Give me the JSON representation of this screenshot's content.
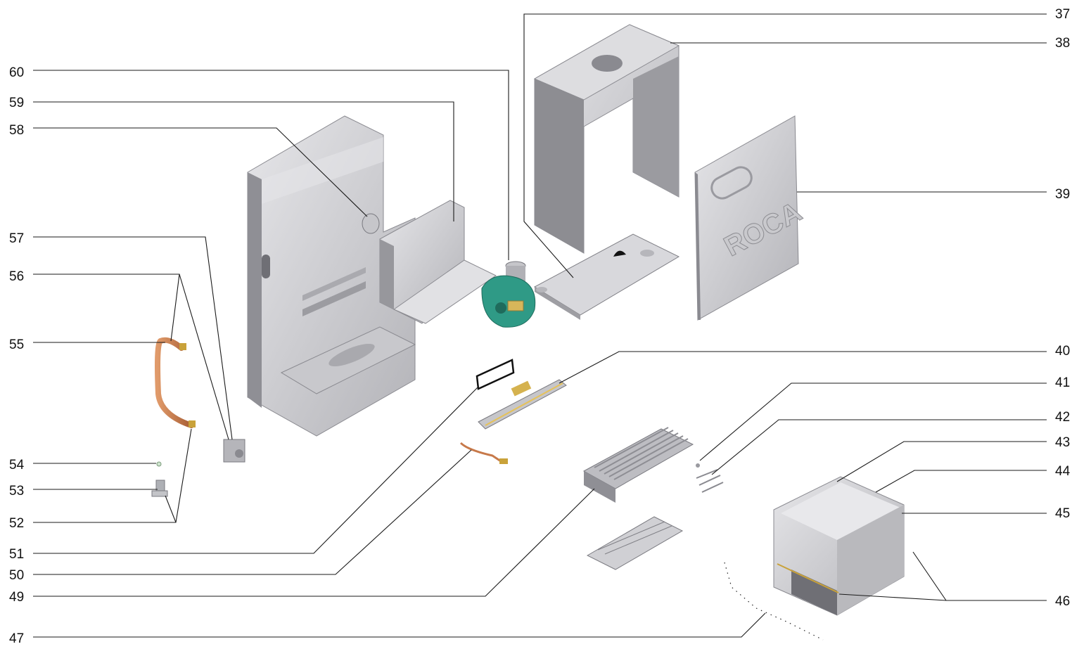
{
  "diagram": {
    "labels": {
      "n37": "37",
      "n38": "38",
      "n39": "39",
      "n40": "40",
      "n41": "41",
      "n42": "42",
      "n43": "43",
      "n44": "44",
      "n45": "45",
      "n46": "46",
      "n47": "47",
      "n49": "49",
      "n50": "50",
      "n51": "51",
      "n52": "52",
      "n53": "53",
      "n54": "54",
      "n55": "55",
      "n56": "56",
      "n57": "57",
      "n58": "58",
      "n59": "59",
      "n60": "60"
    },
    "panel_logo_text": "ROCA",
    "colors": {
      "steel_light": "#d9d9dc",
      "steel_mid": "#b9b9bd",
      "steel_dark": "#8d8d92",
      "copper": "#c7794a",
      "brass": "#c9a23a",
      "fan_green": "#2f9a86",
      "leader": "#1a1a1a"
    }
  }
}
